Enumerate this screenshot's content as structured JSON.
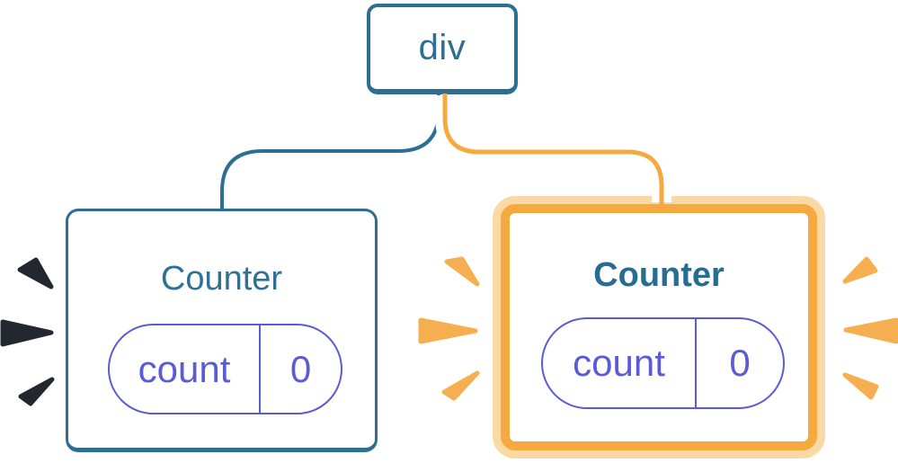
{
  "tree": {
    "root": {
      "label": "div"
    },
    "children": [
      {
        "label": "Counter",
        "state": {
          "key": "count",
          "value": "0"
        },
        "highlighted": false,
        "spark_color": "#23272F"
      },
      {
        "label": "Counter",
        "state": {
          "key": "count",
          "value": "0"
        },
        "highlighted": true,
        "spark_color": "#F6AF50"
      }
    ]
  },
  "colors": {
    "background": "#ffffff",
    "node_border_blue": "#2E6E93",
    "title_blue": "#2F7093",
    "title_blue_bold": "#276C91",
    "state_pill_indigo": "#5B5BD8",
    "highlight_orange": "#F5A93F",
    "highlight_glow_peach": "#FAD9A4",
    "spark_orange": "#F6AF50",
    "spark_dark": "#23272F",
    "edge_casing_white": "#ffffff"
  }
}
